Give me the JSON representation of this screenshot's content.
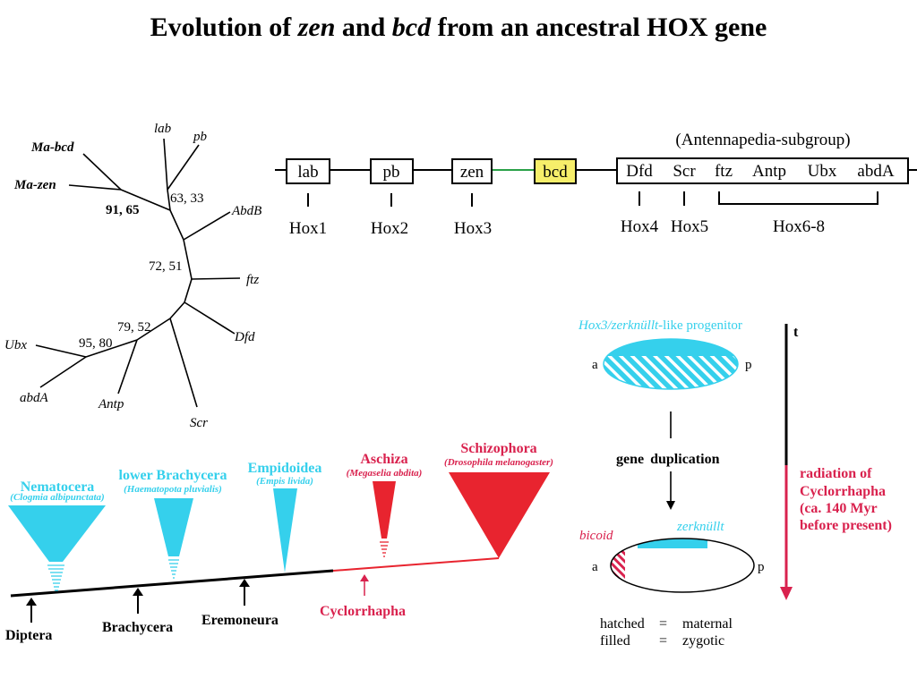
{
  "title": {
    "part1": "Evolution of",
    "zen": "zen",
    "and": "and",
    "bcd": "bcd",
    "part2": "from an ancestral HOX gene"
  },
  "tree": {
    "leaves": {
      "lab": "lab",
      "pb": "pb",
      "ma_bcd": "Ma-bcd",
      "ma_zen": "Ma-zen",
      "abdb": "AbdB",
      "ftz": "ftz",
      "dfd": "Dfd",
      "ubx": "Ubx",
      "abda": "abdA",
      "antp": "Antp",
      "scr": "Scr"
    },
    "support": {
      "s1": "91, 65",
      "s2": "63, 33",
      "s3": "72, 51",
      "s4": "79, 52",
      "s5": "95, 80"
    }
  },
  "cluster": {
    "genes": [
      "lab",
      "pb",
      "zen",
      "bcd",
      "Dfd",
      "Scr",
      "ftz",
      "Antp",
      "Ubx",
      "abdA"
    ],
    "hox_labels": {
      "hox1": "Hox1",
      "hox2": "Hox2",
      "hox3": "Hox3",
      "hox4": "Hox4",
      "hox5": "Hox5",
      "hox68": "Hox6-8"
    },
    "subgroup": "(Antennapedia-subgroup)",
    "colors": {
      "bcd_fill": "#f6ee6a",
      "line": "#000000",
      "accent": "#2aa148"
    }
  },
  "phylogeny": {
    "groups": {
      "nematocera": {
        "name": "Nematocera",
        "species": "(Clogmia albipunctata)"
      },
      "lower_brachycera": {
        "name": "lower Brachycera",
        "species": "(Haematopota pluvialis)"
      },
      "empidoidea": {
        "name": "Empidoidea",
        "species": "(Empis livida)"
      },
      "aschiza": {
        "name": "Aschiza",
        "species": "(Megaselia abdita)"
      },
      "schizophora": {
        "name": "Schizophora",
        "species": "(Drosophila melanogaster)"
      }
    },
    "nodes": {
      "diptera": "Diptera",
      "brachycera": "Brachycera",
      "eremoneura": "Eremoneura",
      "cyclorrhapha": "Cyclorrhapha"
    },
    "colors": {
      "cyan": "#35d0ec",
      "red": "#e8242f",
      "crimson": "#d9224e"
    }
  },
  "model": {
    "progenitor_italic": "Hox3/zerknüllt",
    "progenitor_rest": "-like progenitor",
    "axis_a": "a",
    "axis_p": "p",
    "gene": "gene",
    "duplication": "duplication",
    "bicoid": "bicoid",
    "zerknullt": "zerknüllt",
    "time": "t",
    "radiation": [
      "radiation of",
      "Cyclorrhapha",
      "(ca. 140 Myr",
      "before present)"
    ],
    "legend": {
      "hatched": "hatched",
      "eq1": "=",
      "maternal": "maternal",
      "filled": "filled",
      "eq2": "=",
      "zygotic": "zygotic"
    }
  }
}
